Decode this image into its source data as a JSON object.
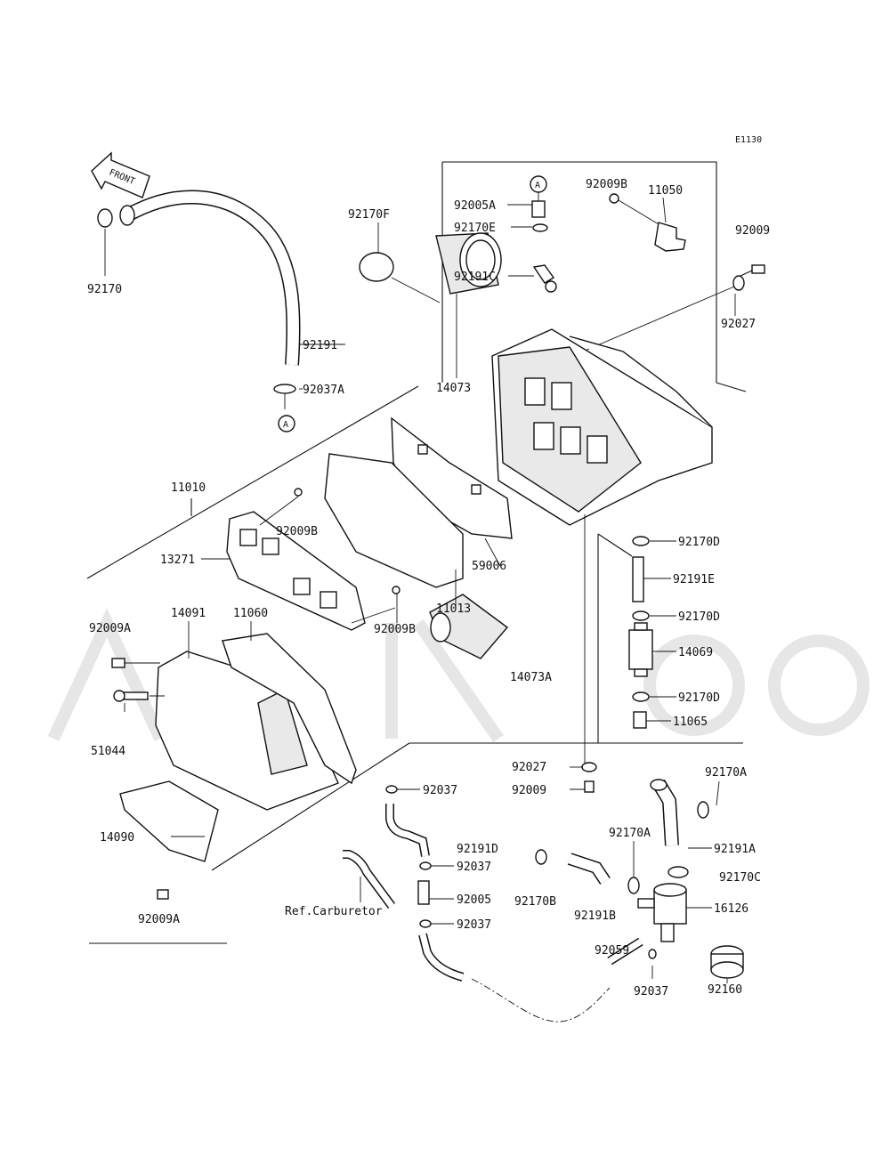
{
  "diagram_code": "E1130",
  "front_label": "FRONT",
  "ref_marker": "A",
  "reference_note": "Ref.Carburetor",
  "labels": {
    "p92170": "92170",
    "p92191": "92191",
    "p92037A": "92037A",
    "p92170F": "92170F",
    "p14073": "14073",
    "p92005A": "92005A",
    "p92170E": "92170E",
    "p92191C": "92191C",
    "p92009B_top": "92009B",
    "p11050": "11050",
    "p92009_top": "92009",
    "p92027_top": "92027",
    "p11010": "11010",
    "p92009B_mid": "92009B",
    "p13271": "13271",
    "p59006": "59006",
    "p11013": "11013",
    "p92009B_low": "92009B",
    "p92170D_1": "92170D",
    "p92191E": "92191E",
    "p92170D_2": "92170D",
    "p14069": "14069",
    "p92170D_3": "92170D",
    "p11065": "11065",
    "p14091": "14091",
    "p11060": "11060",
    "p92009A_top": "92009A",
    "p51044": "51044",
    "p14073A": "14073A",
    "p92027_low": "92027",
    "p92009_low": "92009",
    "p92037_1": "92037",
    "p92191D": "92191D",
    "p92037_2": "92037",
    "p92005": "92005",
    "p92037_3": "92037",
    "p14090": "14090",
    "p92009A_low": "92009A",
    "p92170A_1": "92170A",
    "p92170A_2": "92170A",
    "p92191A": "92191A",
    "p92170C": "92170C",
    "p92170B": "92170B",
    "p92191B": "92191B",
    "p16126": "16126",
    "p92059": "92059",
    "p92037_4": "92037",
    "p92160": "92160"
  }
}
